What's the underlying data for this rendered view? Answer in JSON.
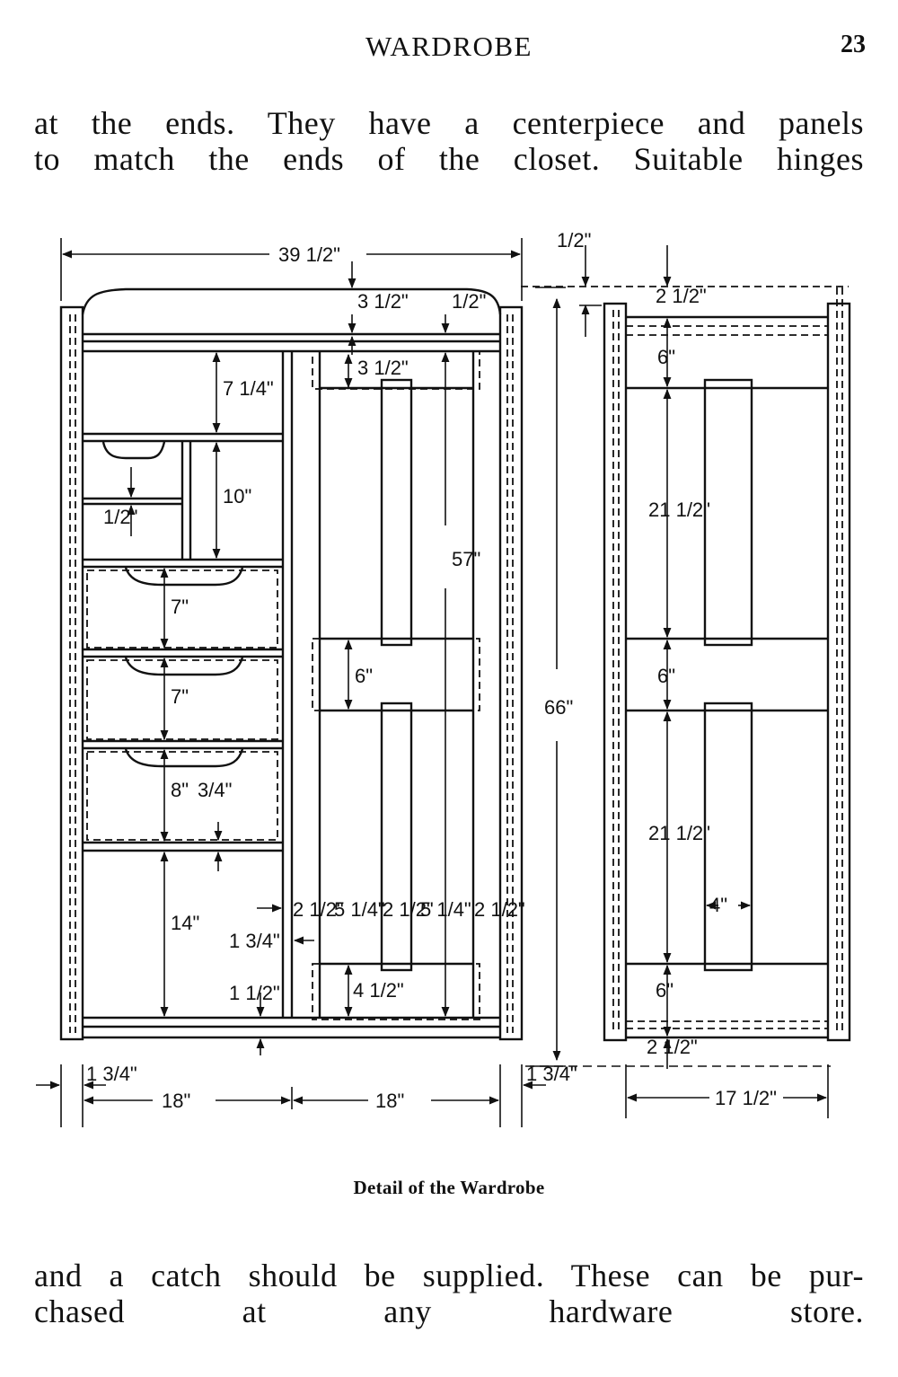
{
  "header": {
    "running_head": "WARDROBE",
    "page_number": "23"
  },
  "paragraphs": {
    "top": [
      "at the ends. They have a centerpiece and panels",
      "to match the ends of the closet. Suitable hinges"
    ],
    "bottom": [
      "and a catch should be supplied. These can be pur-",
      "chased at any hardware store."
    ]
  },
  "figure": {
    "caption": "Detail of the Wardrobe",
    "dimensions": {
      "overall_width": "39 1/2\"",
      "overall_height": "66\"",
      "top_board": "1/2\"",
      "top_rail": "3 1/2\"",
      "top_gap": "1/2\"",
      "door_top_rail": "3 1/2\"",
      "top_compartment": "7 1/4\"",
      "small_drawers": "10\"",
      "small_drawer_gap": "1/2\"",
      "drawer_1": "7\"",
      "drawer_2": "7\"",
      "drawer_3": "8\"",
      "drawer_front": "3/4\"",
      "bottom_compartment": "14\"",
      "bottom_offset_a": "1 3/4\"",
      "bottom_offset_b": "1 1/2\"",
      "door_height": "57\"",
      "door_center_rail": "6\"",
      "door_bottom_rail": "4 1/2\"",
      "door_stile_1": "2 1/2\"",
      "door_panel_1": "5 1/4\"",
      "door_stile_2": "2 1/2\"",
      "door_panel_2": "5 1/4\"",
      "door_stile_3": "2 1/2\"",
      "post_left": "1 3/4\"",
      "half_width_left": "18\"",
      "half_width_right": "18\"",
      "post_right": "1 3/4\"",
      "end_top_offset": "1/2\"",
      "end_top_rail": "2 1/2\"",
      "end_rail_top": "6\"",
      "end_panel_top": "21 1/2\"",
      "end_rail_mid": "6\"",
      "end_panel_bottom": "21 1/2\"",
      "end_panel_width": "4\"",
      "end_rail_bottom": "6\"",
      "end_bottom_rail": "2 1/2\"",
      "end_depth": "17 1/2\""
    }
  }
}
